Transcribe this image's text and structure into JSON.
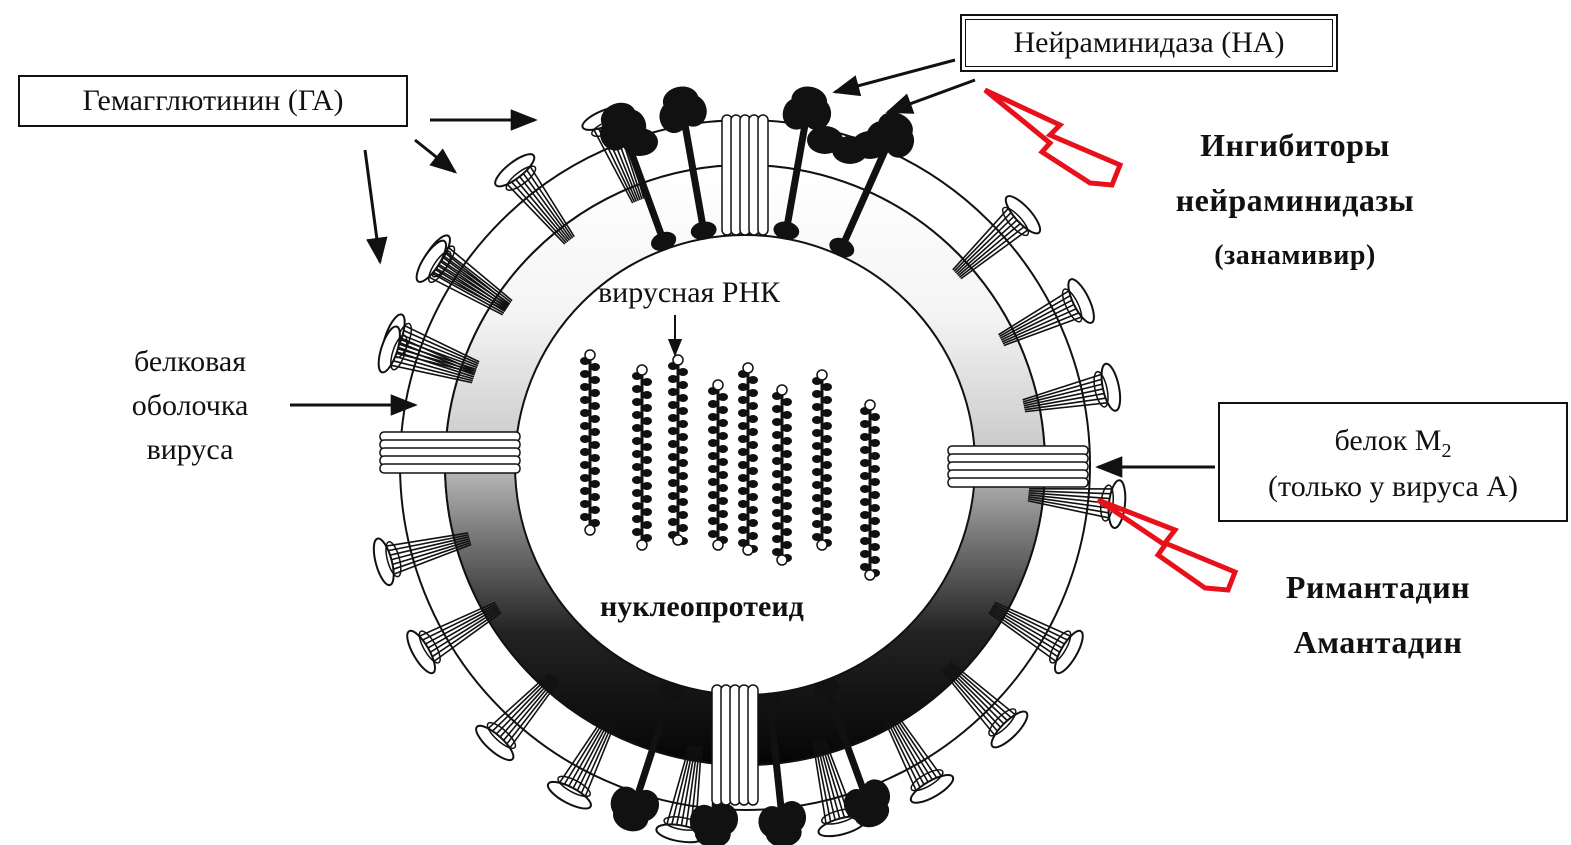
{
  "labels": {
    "hemagglutinin": "Гемагглютинин (ГА)",
    "neuraminidase": "Нейраминидаза (НА)",
    "viral_rna": "вирусная РНК",
    "nucleoprotein": "нуклеопротеид",
    "protein_coat": [
      "белковая",
      "оболочка",
      "вируса"
    ],
    "m2_protein": {
      "line1_main": "белок М",
      "line1_sub": "2",
      "line2": "(только у вируса А)"
    }
  },
  "drugs": {
    "neuraminidase_inhibitors": [
      "Ингибиторы",
      "нейраминидазы",
      "(занамивир)"
    ],
    "m2_blockers": [
      "Римантадин",
      "Амантадин"
    ]
  },
  "colors": {
    "ink": "#111111",
    "inhibitor_arrow": "#e8101a",
    "background": "#ffffff"
  }
}
